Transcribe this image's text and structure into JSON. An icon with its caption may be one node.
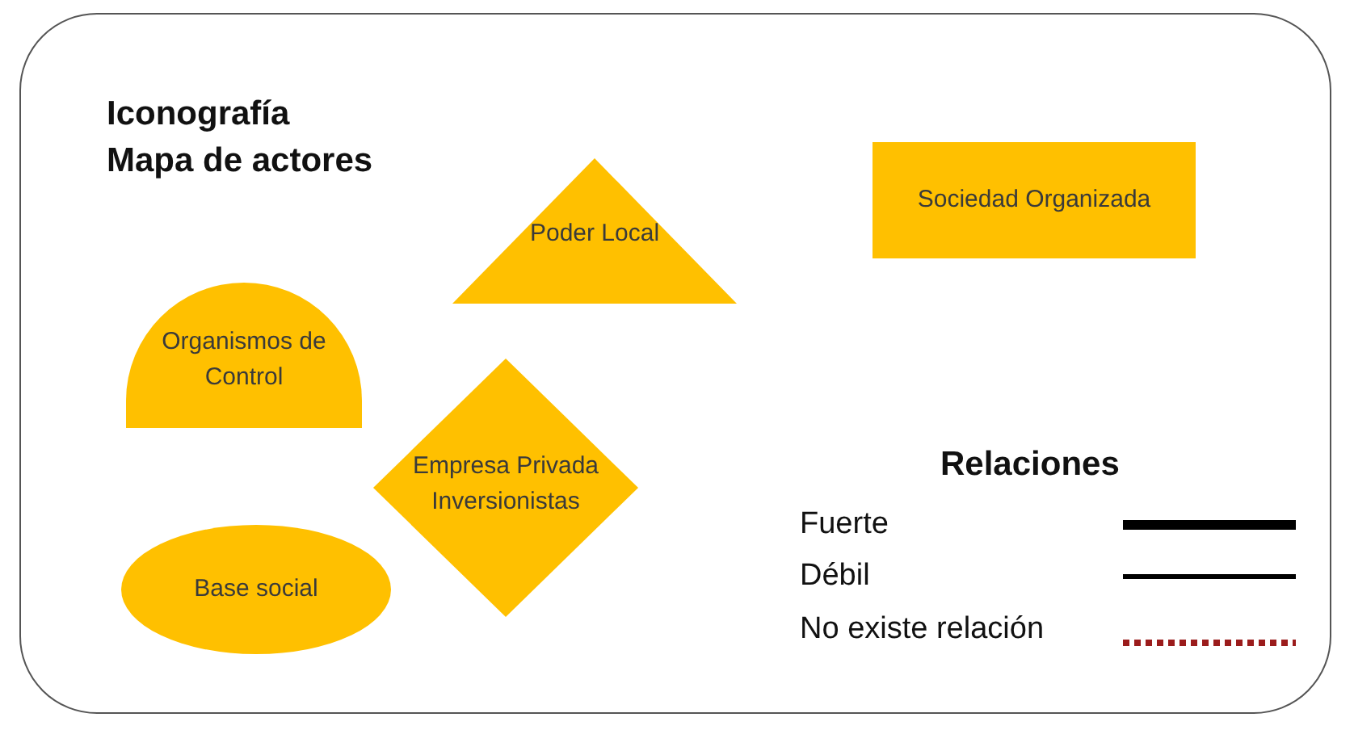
{
  "diagram": {
    "title": "Iconografía Mapa de actores",
    "nodes": [
      {
        "text": [
          "Poder Local"
        ]
      },
      {
        "text": [
          "Sociedad Organizada"
        ]
      },
      {
        "text": [
          "Organismos de Control"
        ]
      },
      {
        "text": [
          "Empresa Privada Inversionistas"
        ]
      },
      {
        "text": [
          "Base social"
        ]
      }
    ],
    "edges": [],
    "labels": [
      "Relaciones"
    ],
    "legend": [
      {
        "text": "Fuerte"
      },
      {
        "text": "Débil"
      },
      {
        "text": "No existe relación"
      }
    ]
  }
}
